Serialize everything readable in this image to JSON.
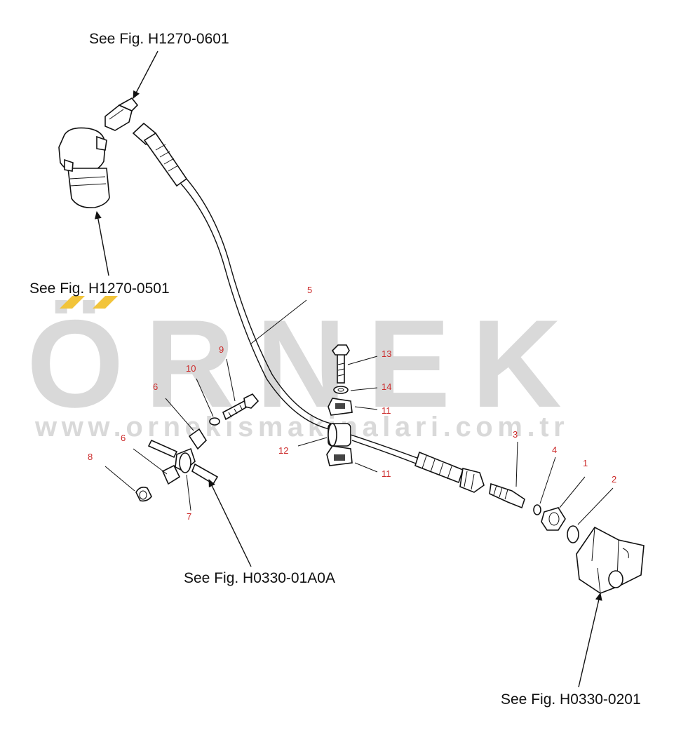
{
  "watermark": {
    "text": "ÖRNEK",
    "url": "www.ornekismakinalari.com.tr",
    "color_text": "#d9d9d9",
    "color_dots": "#f2c43a"
  },
  "references": [
    {
      "id": "ref-h1270-0601",
      "text": "See Fig. H1270-0601"
    },
    {
      "id": "ref-h1270-0501",
      "text": "See Fig. H1270-0501"
    },
    {
      "id": "ref-h0330-01a0a",
      "text": "See Fig. H0330-01A0A"
    },
    {
      "id": "ref-h0330-0201",
      "text": "See Fig. H0330-0201"
    }
  ],
  "callouts": [
    {
      "id": "callout-5",
      "text": "5"
    },
    {
      "id": "callout-9",
      "text": "9"
    },
    {
      "id": "callout-10",
      "text": "10"
    },
    {
      "id": "callout-6a",
      "text": "6"
    },
    {
      "id": "callout-6b",
      "text": "6"
    },
    {
      "id": "callout-8",
      "text": "8"
    },
    {
      "id": "callout-7",
      "text": "7"
    },
    {
      "id": "callout-13",
      "text": "13"
    },
    {
      "id": "callout-14",
      "text": "14"
    },
    {
      "id": "callout-11a",
      "text": "11"
    },
    {
      "id": "callout-12",
      "text": "12"
    },
    {
      "id": "callout-11b",
      "text": "11"
    },
    {
      "id": "callout-3",
      "text": "3"
    },
    {
      "id": "callout-4",
      "text": "4"
    },
    {
      "id": "callout-1",
      "text": "1"
    },
    {
      "id": "callout-2",
      "text": "2"
    }
  ],
  "colors": {
    "callout": "#cc2a2a",
    "lines": "#111111"
  }
}
